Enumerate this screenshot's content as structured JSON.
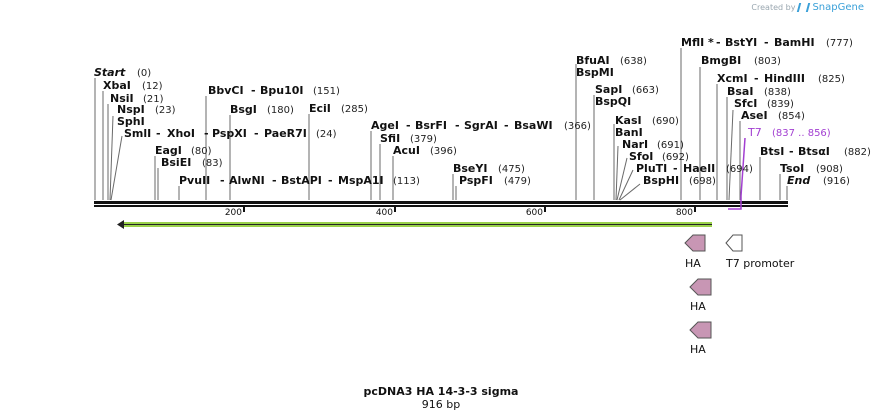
{
  "credit": {
    "text": "Created by",
    "brand": "SnapGene"
  },
  "map": {
    "title": "pcDNA3 HA 14-3-3 sigma",
    "length_text": "916 bp",
    "length": 916,
    "ticks": [
      "200",
      "400",
      "600",
      "800"
    ],
    "sites": [
      {
        "label": "Start",
        "pos": "(0)"
      },
      {
        "label": "XbaI",
        "pos": "(12)"
      },
      {
        "label": "NsiI",
        "pos": "(21)"
      },
      {
        "label": "NspI",
        "pos": "(23)"
      },
      {
        "label": "SphI",
        "pos": ""
      },
      {
        "label": "SmlI",
        "pos": ""
      },
      {
        "label": "XhoI",
        "pos": ""
      },
      {
        "label": "PspXI",
        "pos": ""
      },
      {
        "label": "PaeR7I",
        "pos": "(24)"
      },
      {
        "label": "BbvCI",
        "pos": ""
      },
      {
        "label": "Bpu10I",
        "pos": "(151)"
      },
      {
        "label": "BsgI",
        "pos": "(180)"
      },
      {
        "label": "EciI",
        "pos": "(285)"
      },
      {
        "label": "EagI",
        "pos": "(80)"
      },
      {
        "label": "BsiEI",
        "pos": "(83)"
      },
      {
        "label": "PvuII",
        "pos": ""
      },
      {
        "label": "AlwNI",
        "pos": ""
      },
      {
        "label": "BstAPI",
        "pos": ""
      },
      {
        "label": "MspA1I",
        "pos": "(113)"
      },
      {
        "label": "AgeI",
        "pos": ""
      },
      {
        "label": "BsrFI",
        "pos": ""
      },
      {
        "label": "SgrAI",
        "pos": ""
      },
      {
        "label": "BsaWI",
        "pos": "(366)"
      },
      {
        "label": "SfiI",
        "pos": "(379)"
      },
      {
        "label": "AcuI",
        "pos": "(396)"
      },
      {
        "label": "BseYI",
        "pos": "(475)"
      },
      {
        "label": "PspFI",
        "pos": "(479)"
      },
      {
        "label": "BfuAI",
        "pos": "(638)"
      },
      {
        "label": "BspMI",
        "pos": ""
      },
      {
        "label": "SapI",
        "pos": "(663)"
      },
      {
        "label": "BspQI",
        "pos": ""
      },
      {
        "label": "KasI",
        "pos": "(690)"
      },
      {
        "label": "BanI",
        "pos": ""
      },
      {
        "label": "NarI",
        "pos": "(691)"
      },
      {
        "label": "SfoI",
        "pos": "(692)"
      },
      {
        "label": "PluTI",
        "pos": ""
      },
      {
        "label": "HaeII",
        "pos": "(694)"
      },
      {
        "label": "BspHI",
        "pos": "(698)"
      },
      {
        "label": "MflI *",
        "pos": ""
      },
      {
        "label": "BstYI",
        "pos": ""
      },
      {
        "label": "BamHI",
        "pos": "(777)"
      },
      {
        "label": "BmgBI",
        "pos": "(803)"
      },
      {
        "label": "XcmI",
        "pos": ""
      },
      {
        "label": "HindIII",
        "pos": "(825)"
      },
      {
        "label": "BsaI",
        "pos": "(838)"
      },
      {
        "label": "SfcI",
        "pos": "(839)"
      },
      {
        "label": "AseI",
        "pos": "(854)"
      },
      {
        "label": "BtsI",
        "pos": ""
      },
      {
        "label": "BtsαI",
        "pos": "(882)"
      },
      {
        "label": "TsoI",
        "pos": "(908)"
      },
      {
        "label": "End",
        "pos": "(916)"
      }
    ],
    "primer": {
      "label": "T7",
      "pos": "(837 .. 856)",
      "color": "#a23fd1"
    },
    "features": [
      {
        "label": "HA",
        "color": "#c896b4",
        "direction": "left"
      },
      {
        "label": "T7 promoter",
        "color": "#ffffff",
        "direction": "left"
      },
      {
        "label": "HA",
        "color": "#c896b4",
        "direction": "left"
      },
      {
        "label": "HA",
        "color": "#c896b4",
        "direction": "left"
      }
    ],
    "orf_color": "#9ad14b"
  }
}
